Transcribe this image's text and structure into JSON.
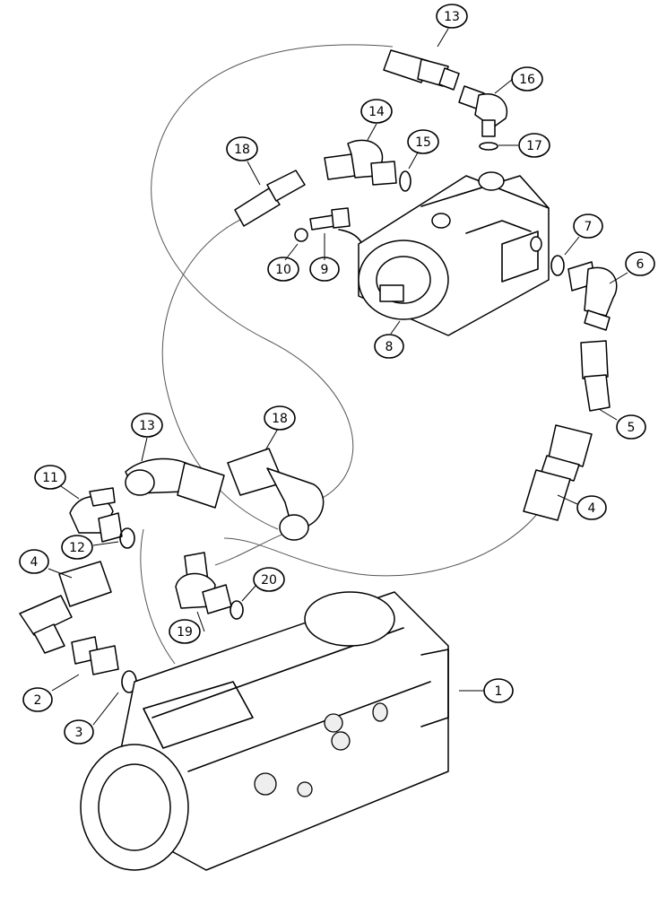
{
  "diagram": {
    "callouts": [
      {
        "id": "c1",
        "label": "1"
      },
      {
        "id": "c2",
        "label": "2"
      },
      {
        "id": "c3",
        "label": "3"
      },
      {
        "id": "c4a",
        "label": "4"
      },
      {
        "id": "c4b",
        "label": "4"
      },
      {
        "id": "c5",
        "label": "5"
      },
      {
        "id": "c6",
        "label": "6"
      },
      {
        "id": "c7",
        "label": "7"
      },
      {
        "id": "c8",
        "label": "8"
      },
      {
        "id": "c9",
        "label": "9"
      },
      {
        "id": "c10",
        "label": "10"
      },
      {
        "id": "c11",
        "label": "11"
      },
      {
        "id": "c12",
        "label": "12"
      },
      {
        "id": "c13a",
        "label": "13"
      },
      {
        "id": "c13b",
        "label": "13"
      },
      {
        "id": "c14",
        "label": "14"
      },
      {
        "id": "c15",
        "label": "15"
      },
      {
        "id": "c16",
        "label": "16"
      },
      {
        "id": "c17",
        "label": "17"
      },
      {
        "id": "c18a",
        "label": "18"
      },
      {
        "id": "c18b",
        "label": "18"
      },
      {
        "id": "c19",
        "label": "19"
      },
      {
        "id": "c20",
        "label": "20"
      }
    ]
  }
}
